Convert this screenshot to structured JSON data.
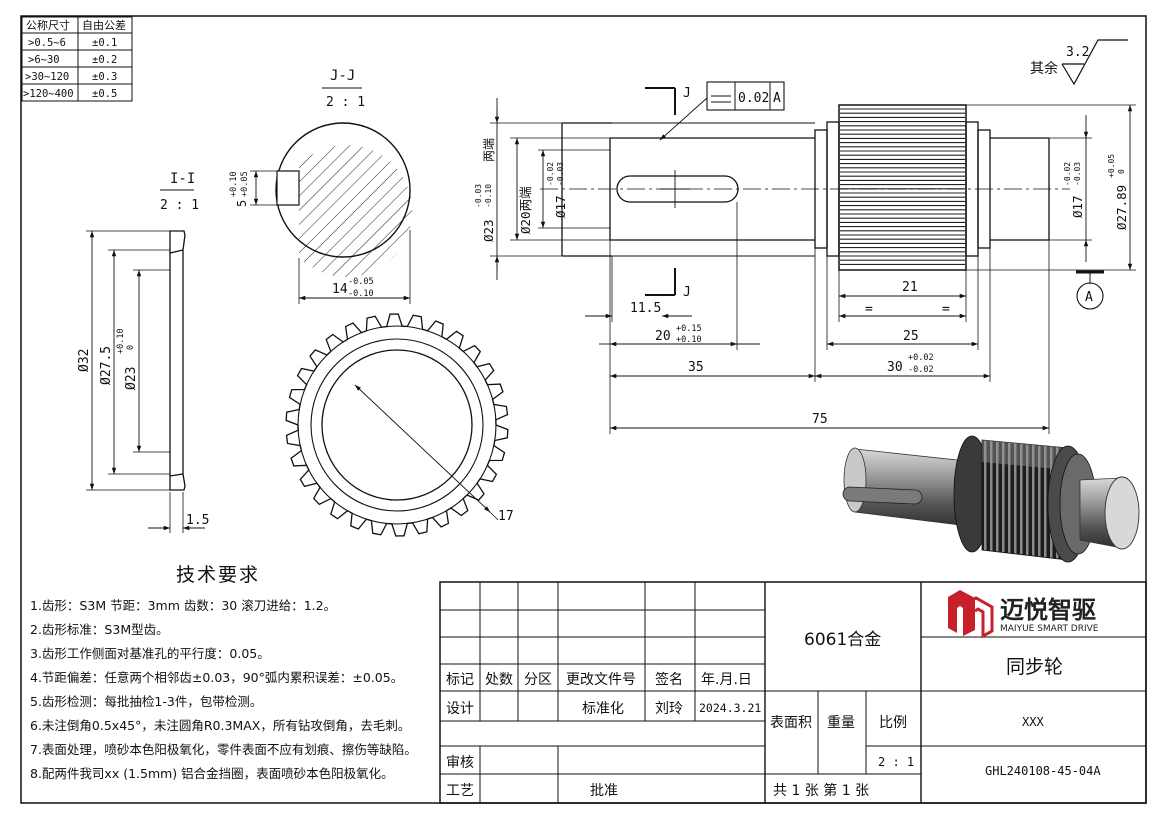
{
  "tolerance_table": {
    "headers": [
      "公称尺寸",
      "自由公差"
    ],
    "rows": [
      [
        ">0.5~6",
        "±0.1"
      ],
      [
        ">6~30",
        "±0.2"
      ],
      [
        ">30~120",
        "±0.3"
      ],
      [
        ">120~400",
        "±0.5"
      ]
    ]
  },
  "roughness": {
    "label": "其余",
    "value": "3.2"
  },
  "sections": {
    "jj": {
      "name": "J-J",
      "scale": "2 : 1"
    },
    "ii": {
      "name": "I-I",
      "scale": "2 : 1"
    }
  },
  "dims": {
    "jj_width": "14",
    "jj_width_tol_up": "-0.05",
    "jj_width_tol_lo": "-0.10",
    "jj_key": "5",
    "jj_key_tol_up": "+0.10",
    "jj_key_tol_lo": "+0.05",
    "ii_d32": "Ø32",
    "ii_d275": "Ø27.5",
    "ii_d23": "Ø23",
    "ii_d23_tol_up": "+0.10",
    "ii_d23_tol_lo": "0",
    "ii_thick": "1.5",
    "gear_17": "17",
    "shaft_d23": "Ø23",
    "shaft_d23_tol_up": "-0.03",
    "shaft_d23_tol_lo": "-0.10",
    "shaft_d23_note": "两端",
    "shaft_d20": "Ø20两端",
    "shaft_d17": "Ø17",
    "shaft_d17_tol_up": "-0.02",
    "shaft_d17_tol_lo": "-0.03",
    "right_d17": "Ø17",
    "right_d17_tol_up": "-0.02",
    "right_d17_tol_lo": "-0.03",
    "right_d2789": "Ø27.89",
    "right_d2789_tol_up": "+0.05",
    "right_d2789_tol_lo": "0",
    "d115": "11.5",
    "d20": "20",
    "d20_tol_up": "+0.15",
    "d20_tol_lo": "+0.10",
    "d35": "35",
    "d21": "21",
    "d25": "25",
    "eq": "=",
    "d30": "30",
    "d30_tol_up": "+0.02",
    "d30_tol_lo": "-0.02",
    "d75": "75",
    "section_j": "J",
    "datum": "A",
    "gdt_value": "0.02",
    "gdt_datum": "A"
  },
  "tech": {
    "title": "技术要求",
    "items": [
      "1.齿形：S3M  节距：3mm  齿数：30  滚刀进给：1.2。",
      "2.齿形标准：S3M型齿。",
      "3.齿形工作侧面对基准孔的平行度：0.05。",
      "4.节距偏差：任意两个相邻齿±0.03，90°弧内累积误差：±0.05。",
      "5.齿形检测：每批抽检1-3件，包带检测。",
      "6.未注倒角0.5x45°，未注圆角R0.3MAX，所有钻攻倒角，去毛刺。",
      "7.表面处理，喷砂本色阳极氧化，零件表面不应有划痕、擦伤等缺陷。",
      "8.配两件我司xx (1.5mm) 铝合金挡圈，表面喷砂本色阳极氧化。"
    ]
  },
  "title_block": {
    "headers": [
      "标记",
      "处数",
      "分区",
      "更改文件号",
      "签名",
      "年.月.日"
    ],
    "design": "设计",
    "standard": "标准化",
    "signer": "刘玲",
    "date": "2024.3.21",
    "review": "审核",
    "process": "工艺",
    "approve": "批准",
    "material": "6061合金",
    "surface": "表面积",
    "weight": "重量",
    "ratio": "比例",
    "ratio_value": "2 : 1",
    "sheets": "共  1  张 第  1  张",
    "part_name": "同步轮",
    "xxx": "XXX",
    "drawing_no": "GHL240108-45-04A",
    "logo_cn": "迈悦智驱",
    "logo_en": "MAIYUE SMART DRIVE",
    "logo_color": "#c8202a"
  }
}
